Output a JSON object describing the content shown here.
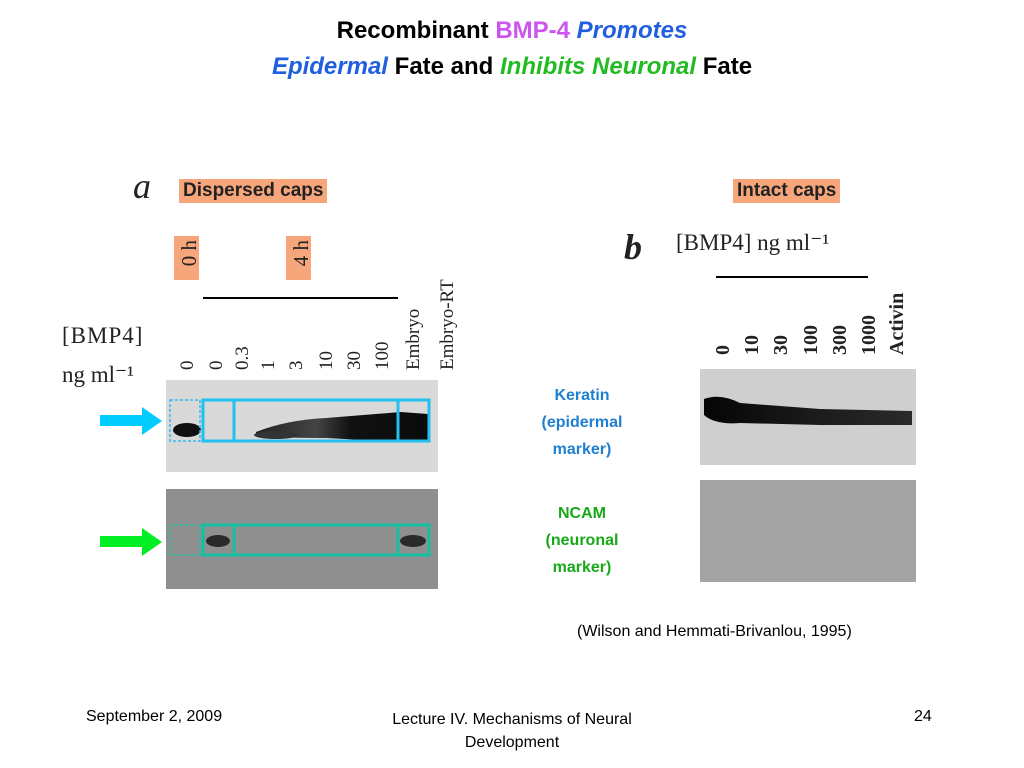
{
  "title": {
    "line1_a": "Recombinant ",
    "line1_b": "BMP-4",
    "line1_c": " ",
    "line1_d": "Promotes",
    "line2_a": "Epidermal",
    "line2_b": " Fate and ",
    "line2_c": "Inhibits Neuronal",
    "line2_d": " Fate"
  },
  "panel_a": {
    "letter": "a",
    "caps_label": "Dispersed caps",
    "time_0": "0 h",
    "time_4": "4 h",
    "bmp_label": "[BMP4]",
    "unit_label": "ng ml⁻¹",
    "lanes": [
      "0",
      "0",
      "0.3",
      "1",
      "3",
      "10",
      "30",
      "100",
      "Embryo",
      "Embryo-RT"
    ]
  },
  "panel_b": {
    "letter": "b",
    "caps_label": "Intact caps",
    "bmp_label": "[BMP4] ng ml⁻¹",
    "lanes": [
      "0",
      "10",
      "30",
      "100",
      "300",
      "1000",
      "Activin"
    ]
  },
  "markers": {
    "keratin": [
      "Keratin",
      "(epidermal",
      "marker)"
    ],
    "ncam": [
      "NCAM",
      "(neuronal",
      "marker)"
    ]
  },
  "colors": {
    "keratin_arrow": "#00ccff",
    "ncam_arrow": "#00ee22",
    "keratin_text": "#1f7fd0",
    "ncam_text": "#18a818",
    "caps_bg": "#f7a57b"
  },
  "citation": "(Wilson and Hemmati-Brivanlou, 1995)",
  "footer": {
    "date": "September 2, 2009",
    "lecture_line1": "Lecture IV. Mechanisms of Neural",
    "lecture_line2": "Development",
    "page": "24"
  }
}
